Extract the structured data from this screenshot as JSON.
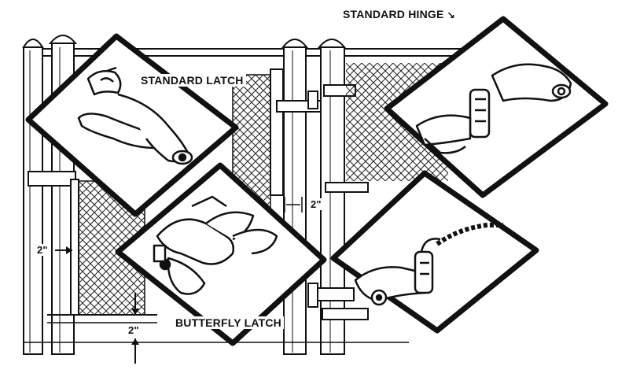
{
  "labels": {
    "standard_hinge": "STANDARD HINGE",
    "hinge_arrow": "↘",
    "standard_latch": "STANDARD LATCH",
    "butterfly_latch": "BUTTERFLY LATCH",
    "gap_gate": "2\"",
    "gap_left": "2\"",
    "gap_bottom": "2\""
  },
  "colors": {
    "ink": "#111111",
    "paper": "#ffffff"
  },
  "icons": {
    "standard_latch": "standard-latch-icon",
    "butterfly_latch": "butterfly-latch-icon",
    "standard_hinge": "standard-hinge-icon",
    "hinge_closeup": "hinge-closeup-icon"
  }
}
